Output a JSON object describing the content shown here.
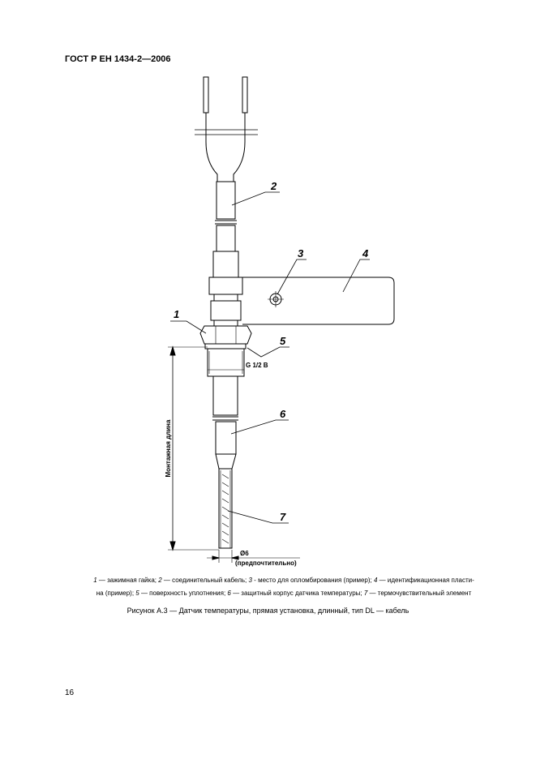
{
  "header": {
    "doc_id": "ГОСТ Р ЕН 1434-2—2006"
  },
  "drawing": {
    "callouts": [
      "1",
      "2",
      "3",
      "4",
      "5",
      "6",
      "7"
    ],
    "thread_label": "G 1/2 B",
    "dimension_label": "Монтажная длина",
    "diameter_label": "Ø6",
    "diameter_note": "(предпочтительно)"
  },
  "legend": {
    "items": [
      {
        "num": "1",
        "text": " — зажимная гайка; "
      },
      {
        "num": "2",
        "text": " — соединительный кабель; "
      },
      {
        "num": "3",
        "text": " - место для  опломбирования (пример); "
      },
      {
        "num": "4",
        "text": " — идентификационная пласти-"
      },
      {
        "num": "",
        "text": "на (пример); "
      },
      {
        "num": "5",
        "text": " — поверхность уплотнения; "
      },
      {
        "num": "6",
        "text": " — защитный корпус датчика температуры; "
      },
      {
        "num": "7",
        "text": " — термочувствительный элемент"
      }
    ]
  },
  "caption": "Рисунок А.3 — Датчик температуры, прямая установка, длинный, тип DL — кабель",
  "page_number": "16"
}
